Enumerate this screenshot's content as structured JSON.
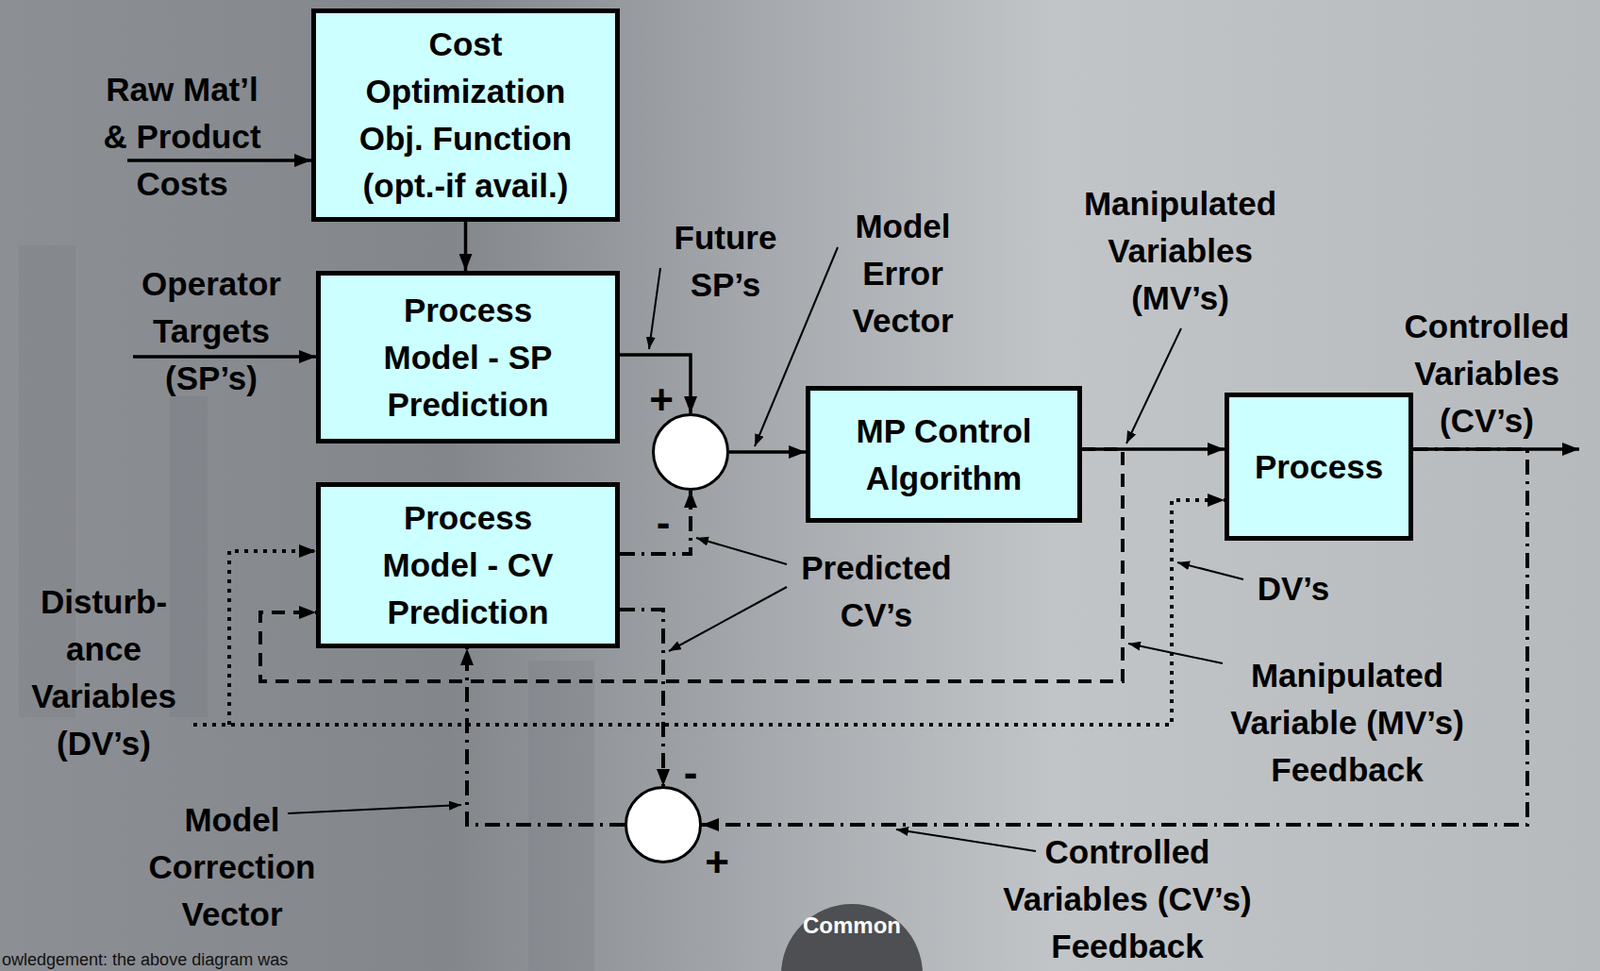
{
  "diagram": {
    "nodes": [
      {
        "text": [
          "Cost Optimization Obj. Function (opt.-if avail.)"
        ]
      },
      {
        "text": [
          "Process Model - SP Prediction"
        ]
      },
      {
        "text": [
          "Process Model - CV Prediction"
        ]
      },
      {
        "text": [
          "MP Control Algorithm"
        ]
      },
      {
        "text": [
          "Process"
        ]
      },
      {
        "text": [
          "+",
          "-"
        ]
      },
      {
        "text": [
          "-",
          "+"
        ]
      }
    ],
    "edges": [
      {
        "from": 0,
        "to": 1,
        "arrow": "to"
      },
      {
        "from": 1,
        "to": 5,
        "arrow": "to"
      },
      {
        "from": 2,
        "to": 5,
        "arrow": "to"
      },
      {
        "from": 2,
        "to": 6,
        "arrow": "to"
      },
      {
        "from": 5,
        "to": 3,
        "arrow": "to"
      },
      {
        "from": 3,
        "to": 4,
        "arrow": "to"
      },
      {
        "from": 4,
        "to": 6,
        "arrow": "to"
      },
      {
        "from": 6,
        "to": 2,
        "arrow": "to"
      },
      {
        "from": 3,
        "to": 2,
        "arrow": "to"
      }
    ],
    "labels": [
      "Raw Mat’l & Product Costs",
      "Operator Targets (SP’s)",
      "Future SP’s",
      "Model Error Vector",
      "Manipulated Variables (MV’s)",
      "Controlled Variables (CV’s)",
      "Predicted CV’s",
      "DV’s",
      "Disturb- ance Variables (DV’s)",
      "Manipulated Variable (MV’s) Feedback",
      "Model Correction Vector",
      "Controlled Variables (CV’s) Feedback",
      "Common",
      "owledgement: the above diagram was"
    ]
  }
}
